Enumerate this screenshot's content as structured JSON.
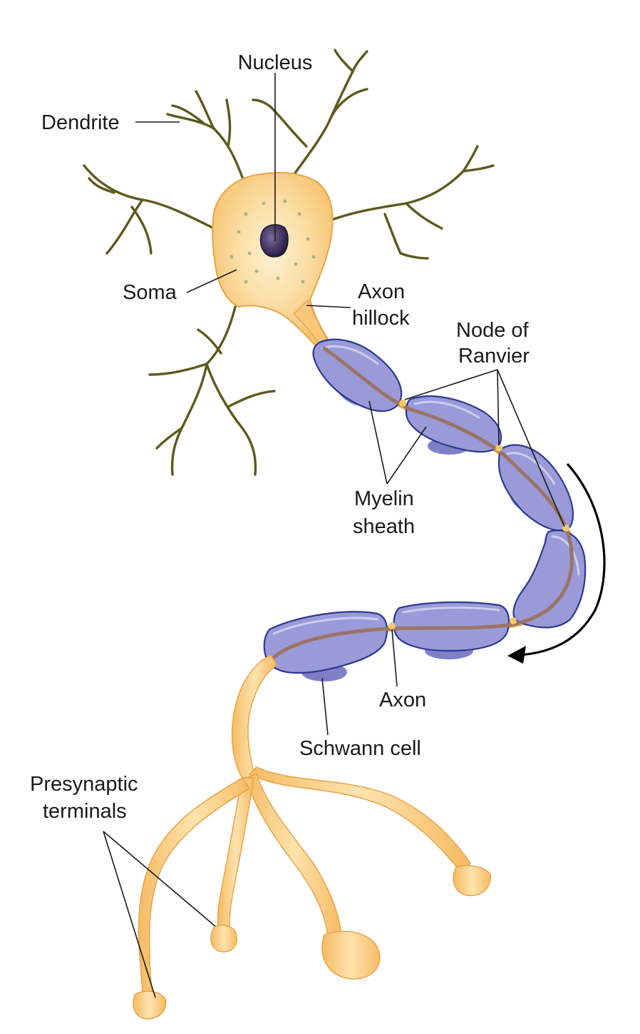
{
  "colors": {
    "cell_body": "#f8c77a",
    "cell_body_light": "#fbe3b0",
    "nucleus": "#3a2a55",
    "dendrite": "#5b5a1c",
    "myelin": "#9a9ad8",
    "myelin_outline": "#2b3a8f",
    "axon_core": "#9b7468",
    "terminals": "#f8c77a",
    "label_text": "#1a1a1a"
  },
  "labels": {
    "nucleus": "Nucleus",
    "dendrite": "Dendrite",
    "soma": "Soma",
    "axon_hillock_line1": "Axon",
    "axon_hillock_line2": "hillock",
    "node_of_ranvier_line1": "Node of",
    "node_of_ranvier_line2": "Ranvier",
    "myelin_sheath_line1": "Myelin",
    "myelin_sheath_line2": "sheath",
    "axon": "Axon",
    "schwann_cell": "Schwann cell",
    "presynaptic_line1": "Presynaptic",
    "presynaptic_line2": "terminals"
  },
  "icons": {
    "signal_direction": "curved-arrow-icon"
  }
}
